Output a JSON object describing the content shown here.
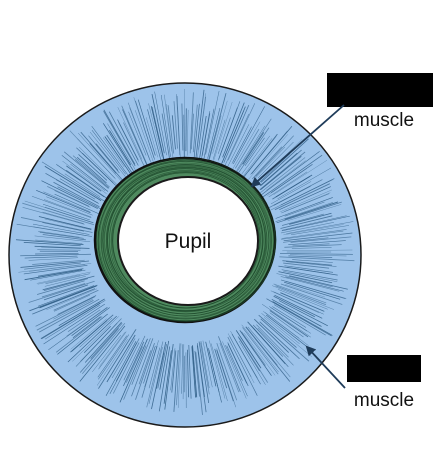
{
  "diagram": {
    "center_label": "Pupil",
    "labels": [
      {
        "id": "upper",
        "text": "muscle",
        "redacted": true
      },
      {
        "id": "lower",
        "text": "muscle",
        "redacted": true
      }
    ],
    "colors": {
      "outer_ring": "#9dc3ea",
      "outer_fiber": "#2f5d85",
      "inner_ring": "#4f8a5f",
      "inner_fiber": "#1e4a2c",
      "pupil": "#ffffff",
      "outline": "#1a1a1a",
      "redaction_box": "#000000",
      "arrow": "#1f3c5a"
    }
  }
}
